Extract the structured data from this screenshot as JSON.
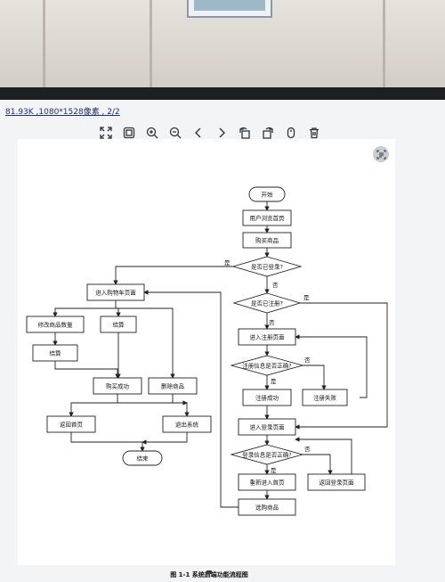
{
  "viewer": {
    "file_info": "81.93K ,1080*1528像素 , 2/2",
    "toolbar": [
      {
        "name": "fit-screen-icon"
      },
      {
        "name": "actual-size-icon"
      },
      {
        "name": "zoom-in-icon"
      },
      {
        "name": "zoom-out-icon"
      },
      {
        "name": "previous-icon"
      },
      {
        "name": "next-icon"
      },
      {
        "name": "rotate-left-icon"
      },
      {
        "name": "rotate-right-icon"
      },
      {
        "name": "mouse-icon"
      },
      {
        "name": "delete-icon"
      }
    ]
  },
  "flowchart": {
    "nodes": {
      "start": "开始",
      "browse": "用户浏览首页",
      "buy": "购买商品",
      "logged_in": "是否已登录?",
      "registered": "是否已注册?",
      "cart": "进入购物车页面",
      "modify_qty": "修改商品数量",
      "checkout_right": "结算",
      "checkout_left": "结算",
      "purchase_ok": "购买成功",
      "delete_item": "删除商品",
      "back_home": "返回首页",
      "exit": "退出系统",
      "end": "结束",
      "register_page": "进入注册页面",
      "reg_info_ok": "注册信息是否正确?",
      "reg_ok": "注册成功",
      "reg_fail": "注册失败",
      "login_page": "进入登录页面",
      "login_info_ok": "登录信息是否正确?",
      "reenter_home": "重新进入首页",
      "back_login": "返回登录页面",
      "choose_goods": "选购商品"
    },
    "labels": {
      "yes": "是",
      "no": "否"
    },
    "caption": "图 1-1 系统前端功能流程图"
  },
  "colors": {
    "link": "#1d2e7a",
    "bezel": "#1e1f22",
    "screen": "#f3f4f6"
  }
}
